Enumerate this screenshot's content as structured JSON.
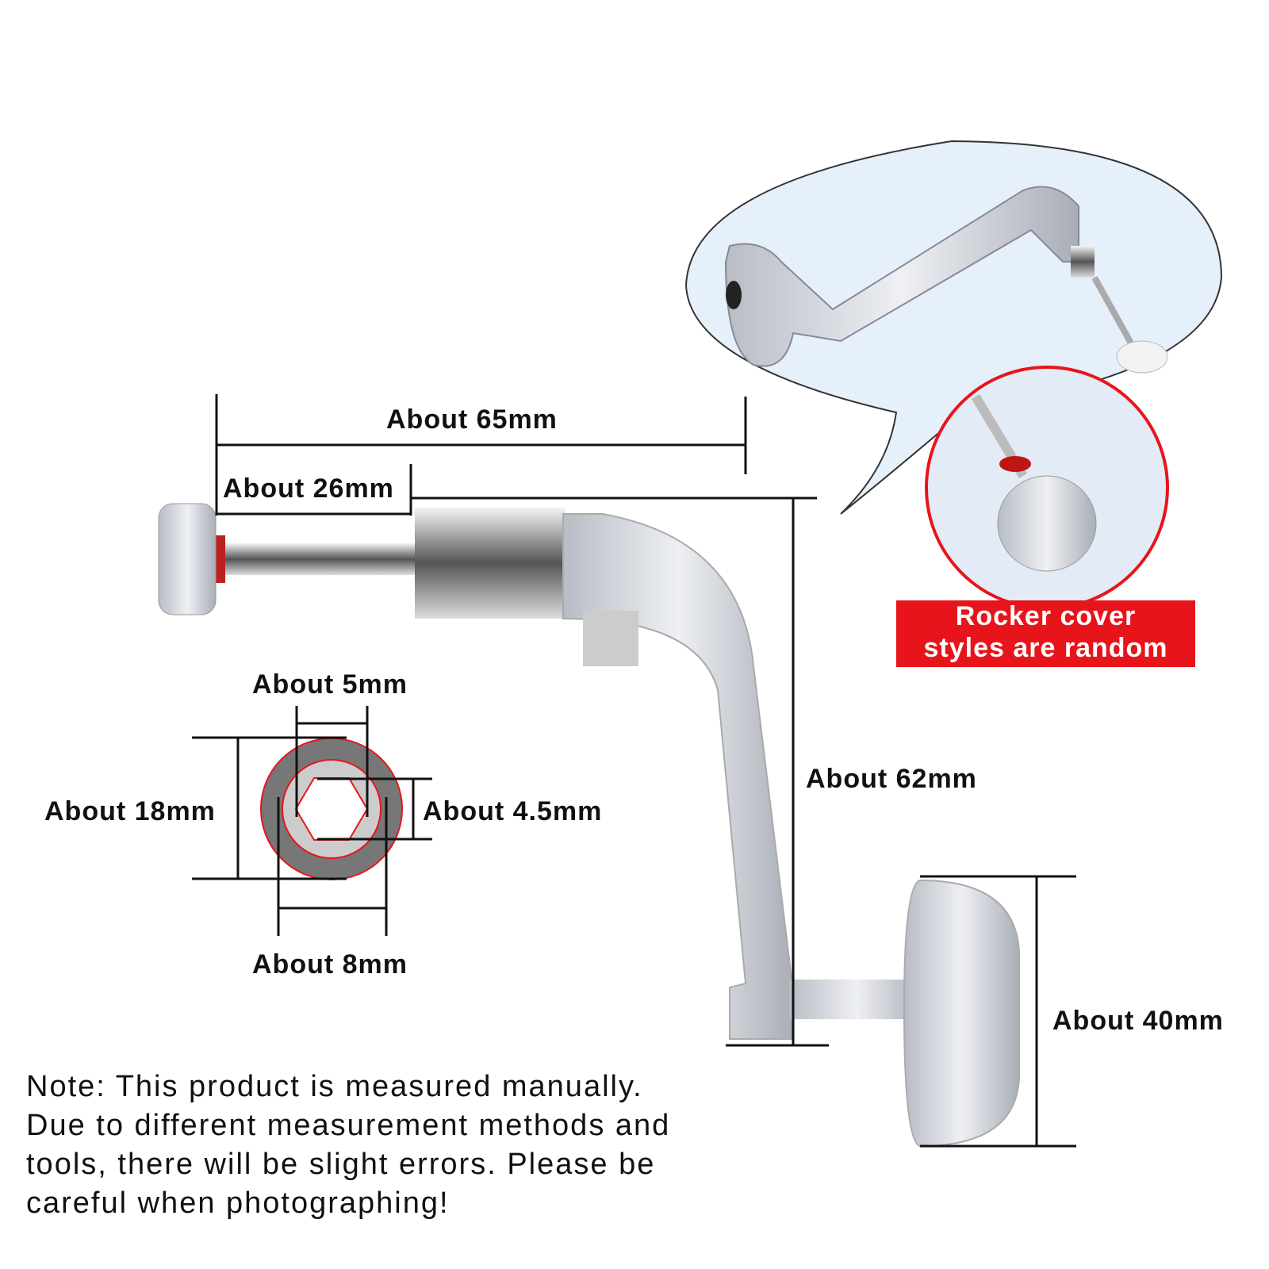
{
  "dimensions": {
    "length_total": "About 65mm",
    "shaft_length": "About 26mm",
    "inner_width": "About 5mm",
    "outer_height": "About 18mm",
    "hex_size": "About 4.5mm",
    "arm_height": "About 62mm",
    "outer_diameter": "About 8mm",
    "knob_height": "About 40mm"
  },
  "callout": {
    "line1": "Rocker cover",
    "line2": "styles are random"
  },
  "note": [
    "Note: This product is measured manually.",
    "Due to different measurement methods and",
    "tools, there will be slight errors. Please be",
    "careful when photographing!"
  ],
  "colors": {
    "accent": "#e8141b",
    "bubble": "#e6f0fb"
  }
}
